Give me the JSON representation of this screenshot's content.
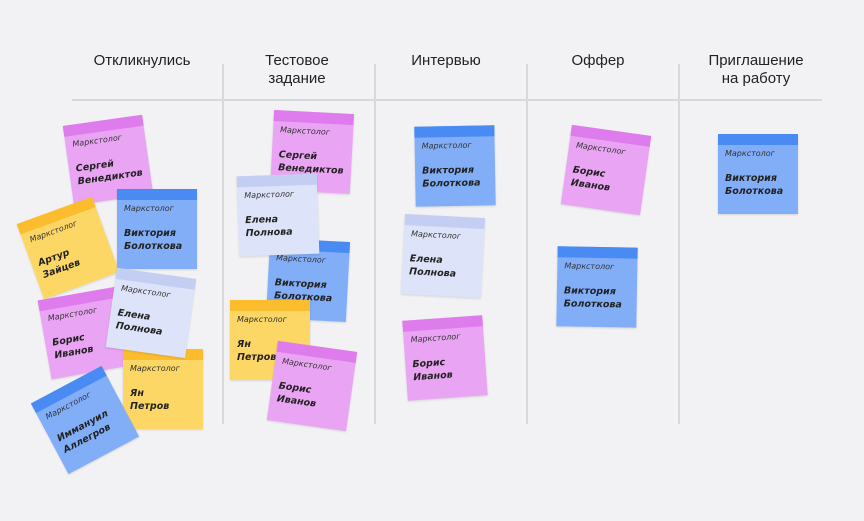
{
  "columns": [
    {
      "title": "Откликнулись"
    },
    {
      "title": "Тестовое\nзадание"
    },
    {
      "title": "Интервью"
    },
    {
      "title": "Оффер"
    },
    {
      "title": "Приглашение\nна работу"
    }
  ],
  "notes": [
    {
      "role": "Маркстолог",
      "name": "Сергей\nВенедиктов",
      "color": "pink"
    },
    {
      "role": "Маркстолог",
      "name": "Артур\nЗайцев",
      "color": "yellow"
    },
    {
      "role": "Маркстолог",
      "name": "Виктория\nБолоткова",
      "color": "blue"
    },
    {
      "role": "Маркстолог",
      "name": "Борис\nИванов",
      "color": "pink"
    },
    {
      "role": "Маркстолог",
      "name": "Ян\nПетров",
      "color": "yellow"
    },
    {
      "role": "Маркстолог",
      "name": "Елена\nПолнова",
      "color": "lavender"
    },
    {
      "role": "Маркстолог",
      "name": "Иммануил\nАллегров",
      "color": "blue"
    },
    {
      "role": "Маркстолог",
      "name": "Сергей\nВенедиктов",
      "color": "pink"
    },
    {
      "role": "Маркстолог",
      "name": "Елена\nПолнова",
      "color": "lavender"
    },
    {
      "role": "Маркстолог",
      "name": "Виктория\nБолоткова",
      "color": "blue"
    },
    {
      "role": "Маркстолог",
      "name": "Ян\nПетров",
      "color": "yellow"
    },
    {
      "role": "Маркстолог",
      "name": "Борис\nИванов",
      "color": "pink"
    },
    {
      "role": "Маркстолог",
      "name": "Виктория\nБолоткова",
      "color": "blue"
    },
    {
      "role": "Маркстолог",
      "name": "Елена\nПолнова",
      "color": "lavender"
    },
    {
      "role": "Маркстолог",
      "name": "Борис\nИванов",
      "color": "pink"
    },
    {
      "role": "Маркстолог",
      "name": "Борис\nИванов",
      "color": "pink"
    },
    {
      "role": "Маркстолог",
      "name": "Виктория\nБолоткова",
      "color": "blue"
    },
    {
      "role": "Маркстолог",
      "name": "Виктория\nБолоткова",
      "color": "blue"
    }
  ]
}
